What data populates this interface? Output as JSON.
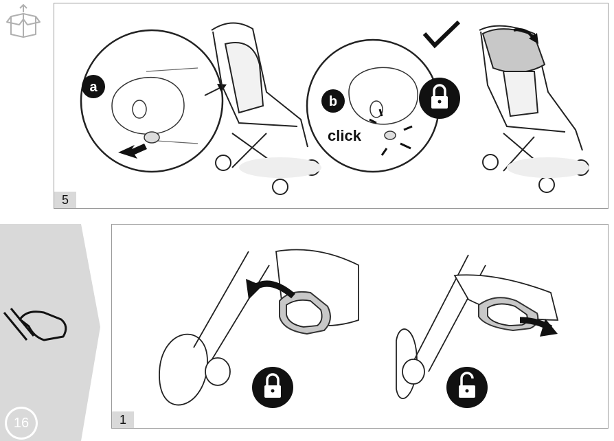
{
  "top_panel": {
    "step_number": "5",
    "label_a": "a",
    "label_b": "b",
    "click_text": "click",
    "icons": [
      "box-open-icon",
      "check-icon",
      "padlock-closed-icon",
      "push-arrow-icon",
      "canopy-arrow-icon"
    ]
  },
  "bottom_panel": {
    "step_number": "1",
    "icons": [
      "padlock-closed-icon",
      "padlock-open-icon",
      "rotate-arrow-icon",
      "slide-arrow-icon"
    ]
  },
  "side_tab": {
    "page_number": "16",
    "icon": "brake-pedal-icon",
    "tab_color": "#d9d9d9"
  }
}
